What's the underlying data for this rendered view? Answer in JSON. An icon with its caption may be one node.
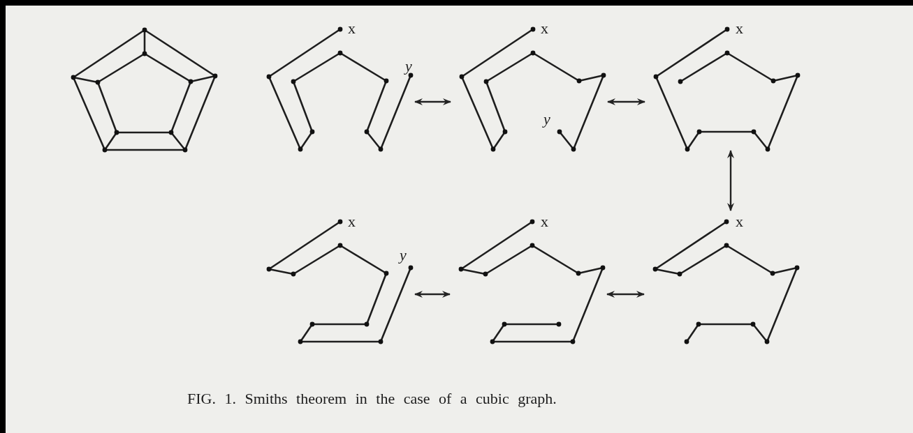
{
  "diagram": {
    "caption": "FIG. 1. Smiths theorem in the case of a cubic graph.",
    "nodes": [
      {
        "text": [],
        "shape": "picture"
      },
      {
        "text": [],
        "shape": "picture"
      },
      {
        "text": [],
        "shape": "picture"
      },
      {
        "text": [],
        "shape": "picture"
      },
      {
        "text": [],
        "shape": "picture"
      },
      {
        "text": [],
        "shape": "picture"
      },
      {
        "text": [],
        "shape": "picture"
      }
    ],
    "edges": [
      {
        "from": 1,
        "to": 2,
        "arrow": "both"
      },
      {
        "from": 2,
        "to": 3,
        "arrow": "both"
      },
      {
        "from": 3,
        "to": 6,
        "arrow": "both"
      },
      {
        "from": 4,
        "to": 5,
        "arrow": "both"
      },
      {
        "from": 5,
        "to": 6,
        "arrow": "both"
      }
    ],
    "labels": [
      "x",
      "y",
      "x",
      "y",
      "x",
      "x",
      "y",
      "x",
      "x"
    ]
  }
}
